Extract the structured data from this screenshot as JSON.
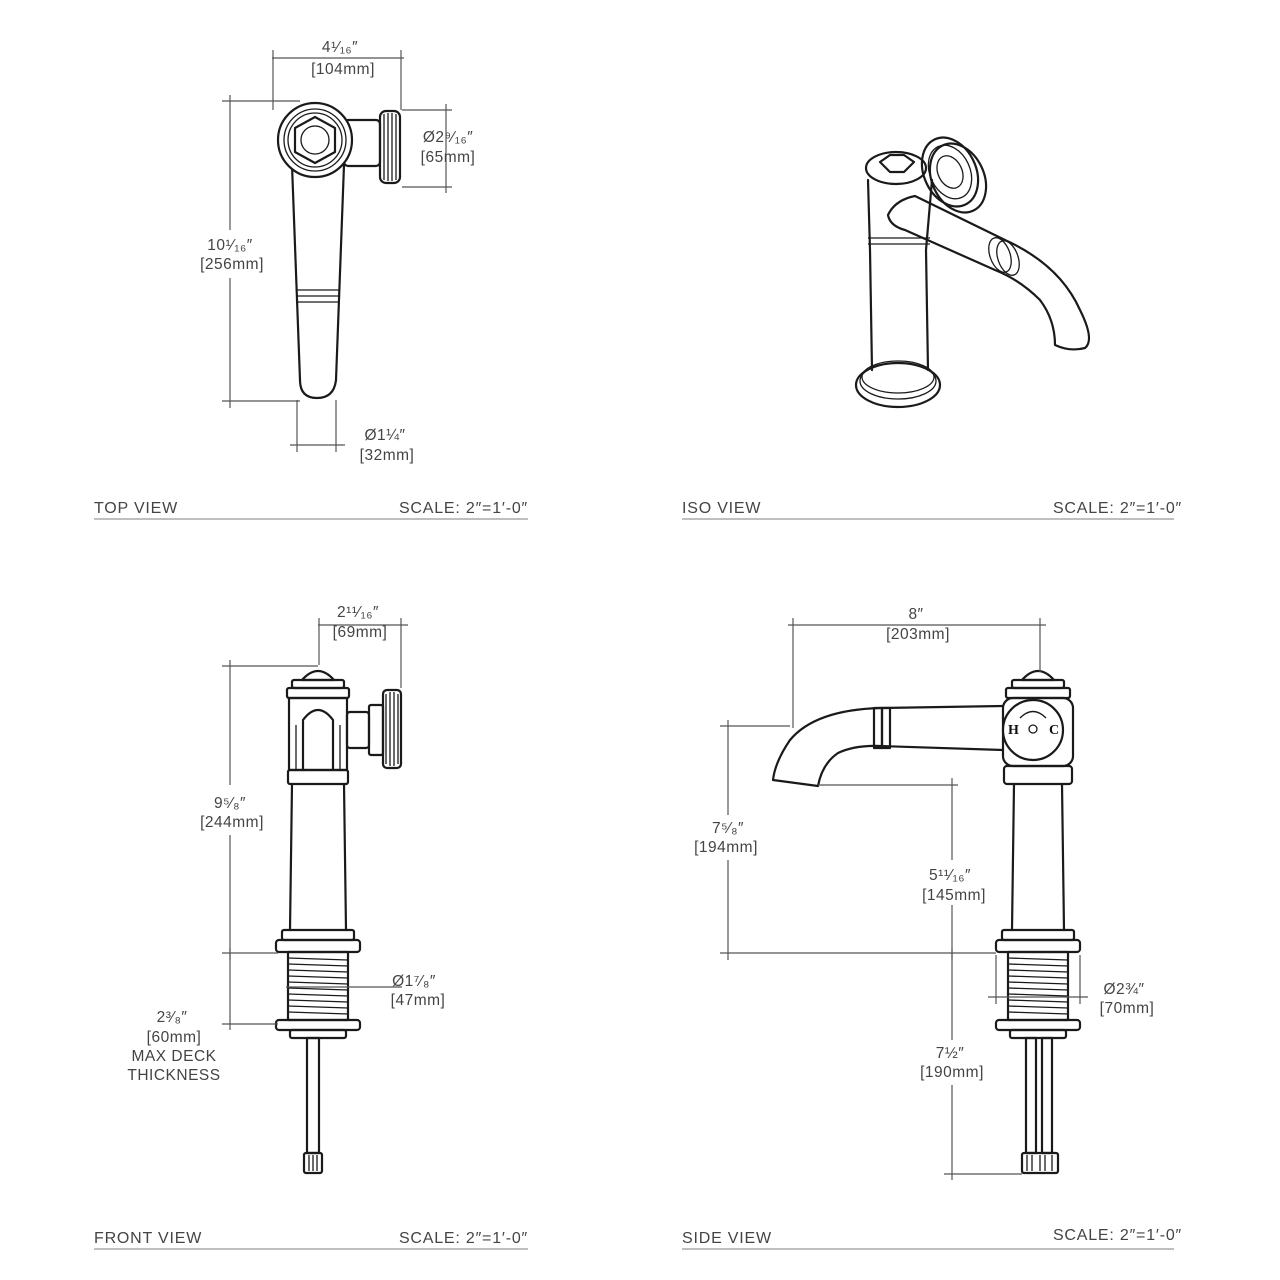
{
  "views": {
    "top": {
      "name": "TOP VIEW",
      "scale": "SCALE: 2″=1′-0″"
    },
    "iso": {
      "name": "ISO VIEW",
      "scale": "SCALE: 2″=1′-0″"
    },
    "front": {
      "name": "FRONT VIEW",
      "scale": "SCALE: 2″=1′-0″"
    },
    "side": {
      "name": "SIDE VIEW",
      "scale": "SCALE: 2″=1′-0″"
    }
  },
  "dims": {
    "top_width": {
      "imp": "4¹⁄₁₆″",
      "mm": "[104mm]"
    },
    "top_handle": {
      "imp": "Ø2⁹⁄₁₆″",
      "mm": "[65mm]"
    },
    "top_length": {
      "imp": "10¹⁄₁₆″",
      "mm": "[256mm]"
    },
    "top_spout": {
      "imp": "Ø1¼″",
      "mm": "[32mm]"
    },
    "front_width": {
      "imp": "2¹¹⁄₁₆″",
      "mm": "[69mm]"
    },
    "front_height": {
      "imp": "9⁵⁄₈″",
      "mm": "[244mm]"
    },
    "front_shank": {
      "imp": "Ø1⁷⁄₈″",
      "mm": "[47mm]"
    },
    "front_deck": {
      "imp": "2³⁄₈″",
      "mm": "[60mm]",
      "note1": "MAX DECK",
      "note2": "THICKNESS"
    },
    "side_reach": {
      "imp": "8″",
      "mm": "[203mm]"
    },
    "side_height": {
      "imp": "7⁵⁄₈″",
      "mm": "[194mm]"
    },
    "side_clearance": {
      "imp": "5¹¹⁄₁₆″",
      "mm": "[145mm]"
    },
    "side_base": {
      "imp": "Ø2¾″",
      "mm": "[70mm]"
    },
    "side_below": {
      "imp": "7½″",
      "mm": "[190mm]"
    }
  },
  "hc_labels": {
    "hot": "H",
    "cold": "C"
  },
  "colors": {
    "line": "#1a1a1a",
    "dimension": "#555555",
    "text": "#444444"
  }
}
